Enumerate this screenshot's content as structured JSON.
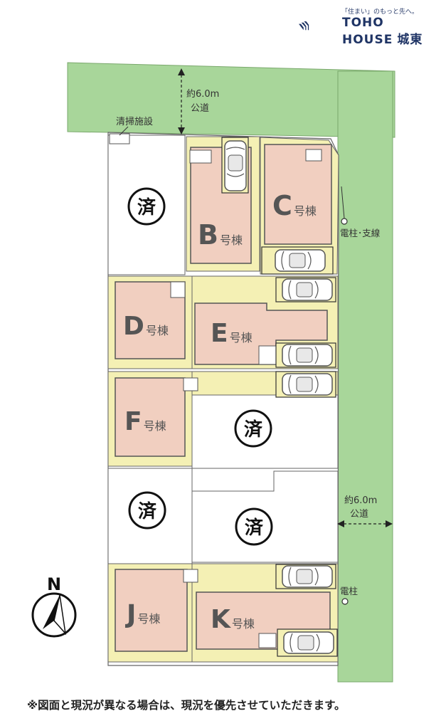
{
  "brand": {
    "tagline": "「住まい」のもっと先へ。",
    "name_line1": "TOHO",
    "name_line2": "HOUSE",
    "branch": "城東"
  },
  "roads": {
    "north_width": "約6.0m",
    "north_label": "公道",
    "east_width": "約6.0m",
    "east_label": "公道"
  },
  "annotations": {
    "cleaning_facility": "清掃施設",
    "pole_with_guy": "電柱･支線",
    "pole": "電柱",
    "north": "N"
  },
  "lots": [
    {
      "id": "B",
      "suffix": "号棟",
      "status": "available"
    },
    {
      "id": "C",
      "suffix": "号棟",
      "status": "available"
    },
    {
      "id": "D",
      "suffix": "号棟",
      "status": "available"
    },
    {
      "id": "E",
      "suffix": "号棟",
      "status": "available"
    },
    {
      "id": "F",
      "suffix": "号棟",
      "status": "available"
    },
    {
      "id": "J",
      "suffix": "号棟",
      "status": "available"
    },
    {
      "id": "K",
      "suffix": "号棟",
      "status": "available"
    }
  ],
  "sold_mark": "済",
  "footnote": "※図面と現況が異なる場合は、現況を優先させていただきます。",
  "colors": {
    "road": "#a8d69a",
    "lot_yard": "#f4f0b4",
    "house": "#f1cfc0",
    "outline": "#666666",
    "brand": "#1f3465"
  }
}
